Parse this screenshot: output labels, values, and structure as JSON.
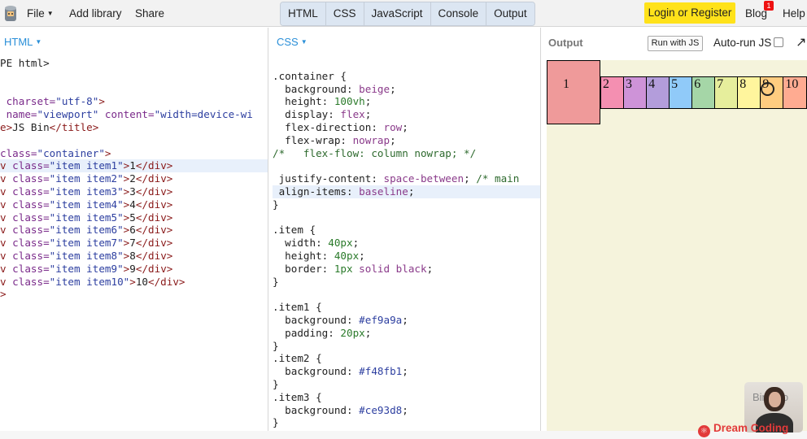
{
  "menu": {
    "file": "File",
    "add_library": "Add library",
    "share": "Share"
  },
  "tabs": [
    "HTML",
    "CSS",
    "JavaScript",
    "Console",
    "Output"
  ],
  "header_right": {
    "login": "Login or Register",
    "blog": "Blog",
    "blog_badge": "1",
    "help": "Help"
  },
  "html_panel": {
    "label": "HTML",
    "lines": [
      [
        [
          "txt",
          "PE html>"
        ]
      ],
      [],
      [],
      [
        [
          "attr",
          " charset="
        ],
        [
          "str",
          "\"utf-8\""
        ],
        [
          "tag",
          ">"
        ]
      ],
      [
        [
          "attr",
          " name="
        ],
        [
          "str",
          "\"viewport\""
        ],
        [
          "attr",
          " content="
        ],
        [
          "str",
          "\"width=device-wi"
        ]
      ],
      [
        [
          "tag",
          "e>"
        ],
        [
          "txt",
          "JS Bin"
        ],
        [
          "tag",
          "</title>"
        ]
      ],
      [],
      [
        [
          "attr",
          "class="
        ],
        [
          "str",
          "\"container\""
        ],
        [
          "tag",
          ">"
        ]
      ],
      [
        [
          "tag",
          "v "
        ],
        [
          "attr",
          "class="
        ],
        [
          "str",
          "\"item item1\""
        ],
        [
          "tag",
          ">"
        ],
        [
          "txt",
          "1"
        ],
        [
          "tag",
          "</div>"
        ]
      ],
      [
        [
          "tag",
          "v "
        ],
        [
          "attr",
          "class="
        ],
        [
          "str",
          "\"item item2\""
        ],
        [
          "tag",
          ">"
        ],
        [
          "txt",
          "2"
        ],
        [
          "tag",
          "</div>"
        ]
      ],
      [
        [
          "tag",
          "v "
        ],
        [
          "attr",
          "class="
        ],
        [
          "str",
          "\"item item3\""
        ],
        [
          "tag",
          ">"
        ],
        [
          "txt",
          "3"
        ],
        [
          "tag",
          "</div>"
        ]
      ],
      [
        [
          "tag",
          "v "
        ],
        [
          "attr",
          "class="
        ],
        [
          "str",
          "\"item item4\""
        ],
        [
          "tag",
          ">"
        ],
        [
          "txt",
          "4"
        ],
        [
          "tag",
          "</div>"
        ]
      ],
      [
        [
          "tag",
          "v "
        ],
        [
          "attr",
          "class="
        ],
        [
          "str",
          "\"item item5\""
        ],
        [
          "tag",
          ">"
        ],
        [
          "txt",
          "5"
        ],
        [
          "tag",
          "</div>"
        ]
      ],
      [
        [
          "tag",
          "v "
        ],
        [
          "attr",
          "class="
        ],
        [
          "str",
          "\"item item6\""
        ],
        [
          "tag",
          ">"
        ],
        [
          "txt",
          "6"
        ],
        [
          "tag",
          "</div>"
        ]
      ],
      [
        [
          "tag",
          "v "
        ],
        [
          "attr",
          "class="
        ],
        [
          "str",
          "\"item item7\""
        ],
        [
          "tag",
          ">"
        ],
        [
          "txt",
          "7"
        ],
        [
          "tag",
          "</div>"
        ]
      ],
      [
        [
          "tag",
          "v "
        ],
        [
          "attr",
          "class="
        ],
        [
          "str",
          "\"item item8\""
        ],
        [
          "tag",
          ">"
        ],
        [
          "txt",
          "8"
        ],
        [
          "tag",
          "</div>"
        ]
      ],
      [
        [
          "tag",
          "v "
        ],
        [
          "attr",
          "class="
        ],
        [
          "str",
          "\"item item9\""
        ],
        [
          "tag",
          ">"
        ],
        [
          "txt",
          "9"
        ],
        [
          "tag",
          "</div>"
        ]
      ],
      [
        [
          "tag",
          "v "
        ],
        [
          "attr",
          "class="
        ],
        [
          "str",
          "\"item item10\""
        ],
        [
          "tag",
          ">"
        ],
        [
          "txt",
          "10"
        ],
        [
          "tag",
          "</div>"
        ]
      ],
      [
        [
          "tag",
          ">"
        ]
      ]
    ],
    "highlight_line": 8
  },
  "css_panel": {
    "label": "CSS",
    "lines": [
      [],
      [
        [
          "prop",
          ".container {"
        ]
      ],
      [
        [
          "prop",
          "  background: "
        ],
        [
          "val",
          "beige"
        ],
        [
          "prop",
          ";"
        ]
      ],
      [
        [
          "prop",
          "  height: "
        ],
        [
          "num",
          "100vh"
        ],
        [
          "prop",
          ";"
        ]
      ],
      [
        [
          "prop",
          "  display: "
        ],
        [
          "val",
          "flex"
        ],
        [
          "prop",
          ";"
        ]
      ],
      [
        [
          "prop",
          "  flex-direction: "
        ],
        [
          "val",
          "row"
        ],
        [
          "prop",
          ";"
        ]
      ],
      [
        [
          "prop",
          "  flex-wrap: "
        ],
        [
          "val",
          "nowrap"
        ],
        [
          "prop",
          ";"
        ]
      ],
      [
        [
          "comment",
          "/*   flex-flow: column nowrap; */"
        ]
      ],
      [],
      [
        [
          "prop",
          " justify-content: "
        ],
        [
          "val",
          "space-between"
        ],
        [
          "prop",
          "; "
        ],
        [
          "comment",
          "/* main"
        ]
      ],
      [
        [
          "prop",
          " align-items: "
        ],
        [
          "val",
          "baseline"
        ],
        [
          "prop",
          ";"
        ]
      ],
      [
        [
          "prop",
          "}"
        ]
      ],
      [],
      [
        [
          "prop",
          ".item {"
        ]
      ],
      [
        [
          "prop",
          "  width: "
        ],
        [
          "num",
          "40px"
        ],
        [
          "prop",
          ";"
        ]
      ],
      [
        [
          "prop",
          "  height: "
        ],
        [
          "num",
          "40px"
        ],
        [
          "prop",
          ";"
        ]
      ],
      [
        [
          "prop",
          "  border: "
        ],
        [
          "num",
          "1px"
        ],
        [
          "val",
          " solid black"
        ],
        [
          "prop",
          ";"
        ]
      ],
      [
        [
          "prop",
          "}"
        ]
      ],
      [],
      [
        [
          "prop",
          ".item1 {"
        ]
      ],
      [
        [
          "prop",
          "  background: "
        ],
        [
          "hash",
          "#ef9a9a"
        ],
        [
          "prop",
          ";"
        ]
      ],
      [
        [
          "prop",
          "  padding: "
        ],
        [
          "num",
          "20px"
        ],
        [
          "prop",
          ";"
        ]
      ],
      [
        [
          "prop",
          "}"
        ]
      ],
      [
        [
          "prop",
          ".item2 {"
        ]
      ],
      [
        [
          "prop",
          "  background: "
        ],
        [
          "hash",
          "#f48fb1"
        ],
        [
          "prop",
          ";"
        ]
      ],
      [
        [
          "prop",
          "}"
        ]
      ],
      [
        [
          "prop",
          ".item3 {"
        ]
      ],
      [
        [
          "prop",
          "  background: "
        ],
        [
          "hash",
          "#ce93d8"
        ],
        [
          "prop",
          ";"
        ]
      ],
      [
        [
          "prop",
          "}"
        ]
      ]
    ],
    "highlight_line": 10
  },
  "output_panel": {
    "label": "Output",
    "run_button": "Run with JS",
    "autorun_label": "Auto-run JS",
    "items": [
      {
        "label": "1",
        "color": "#ef9a9a"
      },
      {
        "label": "2",
        "color": "#f48fb1"
      },
      {
        "label": "3",
        "color": "#ce93d8"
      },
      {
        "label": "4",
        "color": "#b39ddb"
      },
      {
        "label": "5",
        "color": "#90caf9"
      },
      {
        "label": "6",
        "color": "#a5d6a7"
      },
      {
        "label": "7",
        "color": "#e6ee9c"
      },
      {
        "label": "8",
        "color": "#fff59d"
      },
      {
        "label": "9",
        "color": "#ffcc80"
      },
      {
        "label": "10",
        "color": "#ffab91"
      }
    ]
  },
  "overlay": {
    "cam_text": "Bin Info",
    "watermark": "Dream Coding"
  },
  "colors": {
    "accent": "#2a8fd8",
    "login_bg": "#ffe21a",
    "output_bg": "#f5f3dc"
  }
}
